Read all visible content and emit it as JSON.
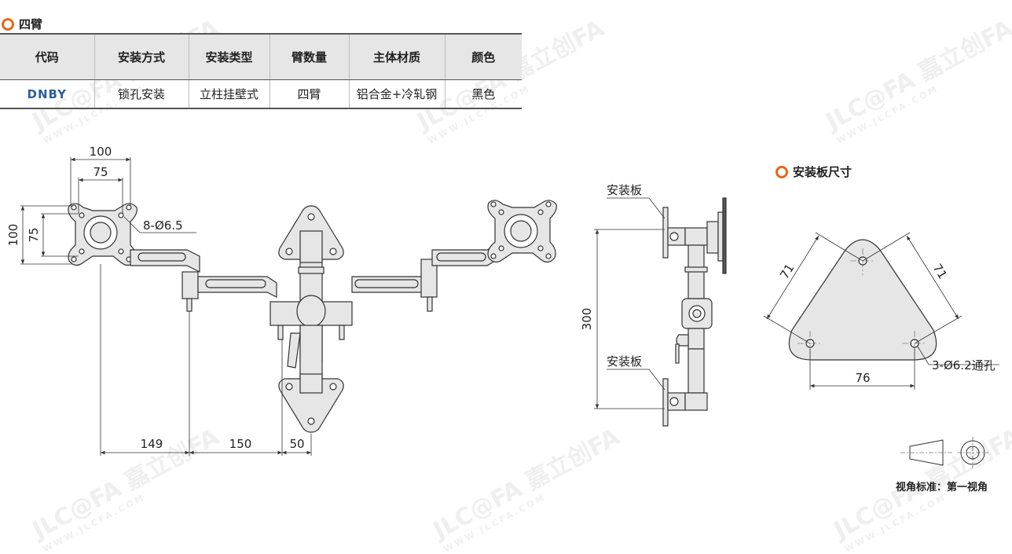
{
  "section_table": {
    "title": "四臂"
  },
  "spec_table": {
    "headers": [
      "代码",
      "安装方式",
      "安装类型",
      "臂数量",
      "主体材质",
      "颜色"
    ],
    "row": [
      "DNBY",
      "锁孔安装",
      "立柱挂壁式",
      "四臂",
      "铝合金+冷轧钢",
      "黑色"
    ]
  },
  "front_view": {
    "dim_top_outer": "100",
    "dim_top_inner": "75",
    "dim_left_outer": "100",
    "dim_left_inner": "75",
    "hole_callout": "8-Ø6.5",
    "dim_bottom_1": "149",
    "dim_bottom_2": "150",
    "dim_bottom_3": "50"
  },
  "side_view": {
    "plate_label_top": "安装板",
    "plate_label_bottom": "安装板",
    "dim_height": "300"
  },
  "plate_section": {
    "title": "安装板尺寸",
    "dim_left": "71",
    "dim_right": "71",
    "dim_bottom": "76",
    "hole_callout": "3-Ø6.2通孔"
  },
  "projection": {
    "label": "视角标准：第一视角"
  },
  "watermark": {
    "text": "JLC@FA 嘉立创FA",
    "sub": "WWW.JLCFA.COM"
  },
  "colors": {
    "accent": "#e8661c",
    "code_blue": "#2b5f95",
    "header_bg": "#e6e6e6",
    "plate_fill": "#e6e6e6"
  }
}
